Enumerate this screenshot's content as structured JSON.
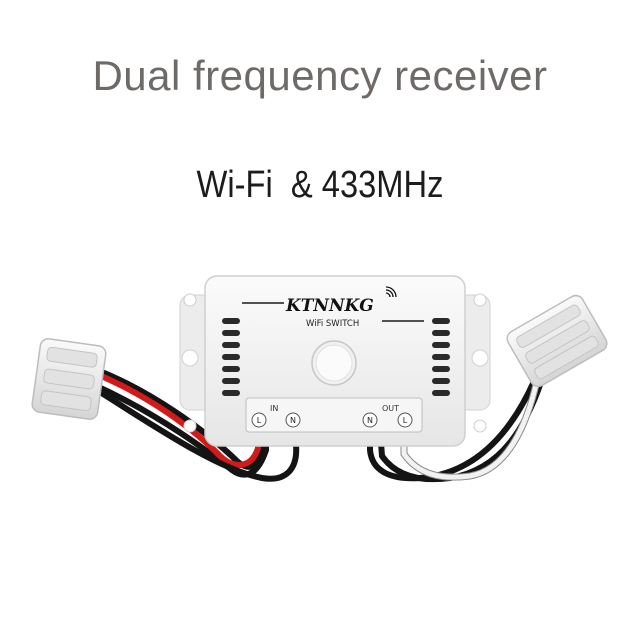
{
  "headline": "Dual frequency receiver",
  "subhead": "Wi-Fi  & 433MHz",
  "device": {
    "brand": "KTNNKG",
    "model": "WiFi SWITCH",
    "input_group": "IN",
    "output_group": "OUT",
    "terminals_in": [
      "L",
      "N"
    ],
    "terminals_out": [
      "N",
      "L"
    ]
  },
  "colors": {
    "headline": "#6e6a68",
    "subhead": "#1c1c1c",
    "housing": "#f4f4f4",
    "wire_live": "#d11a1a",
    "wire_neutral": "#141414",
    "wire_white": "#f2f2f2"
  },
  "icons": [
    "wifi-signal-icon",
    "wire-connector-icon",
    "push-button-icon"
  ]
}
